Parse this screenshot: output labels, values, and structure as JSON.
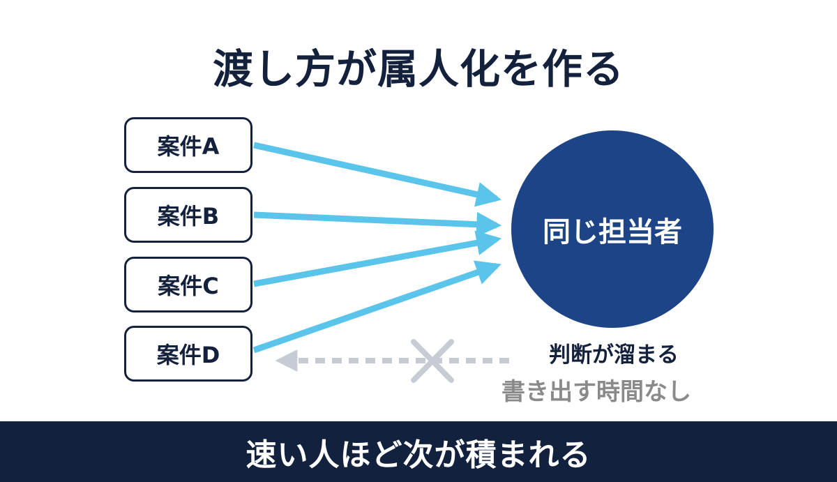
{
  "title": "渡し方が属人化を作る",
  "cases": [
    "案件A",
    "案件B",
    "案件C",
    "案件D"
  ],
  "person_label": "同じ担当者",
  "notes": {
    "line1": "判断が溜まる",
    "line2": "書き出す時間なし"
  },
  "footer": "速い人ほど次が積まれる",
  "colors": {
    "navy": "#13213d",
    "circle": "#1d4486",
    "arrow": "#5bc4ea",
    "dotted_arrow": "#c7ccd4",
    "muted_text": "#8a8a8a"
  }
}
